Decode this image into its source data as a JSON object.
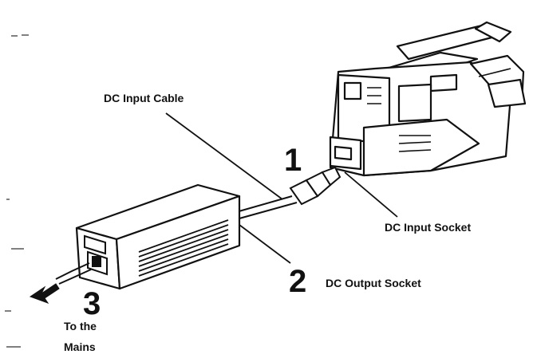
{
  "labels": {
    "dc_input_cable": "DC Input Cable",
    "dc_input_socket": "DC Input Socket",
    "dc_output_socket": "DC Output Socket",
    "to_the": "To the",
    "mains": "Mains"
  },
  "steps": [
    "1",
    "2",
    "3"
  ],
  "icons": {
    "mains_direction": "arrow-down-left-icon"
  }
}
